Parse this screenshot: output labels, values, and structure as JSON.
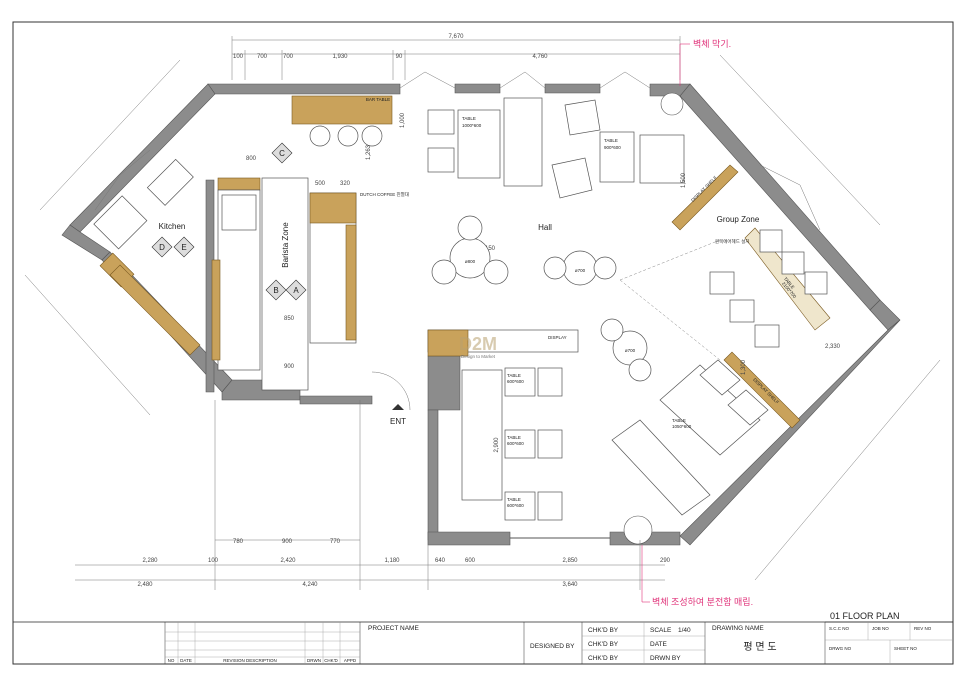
{
  "notes": {
    "top_right": "벽체 막기.",
    "bottom_right": "벽체 조성하여 분전함 매립."
  },
  "zones": {
    "kitchen": "Kitchen",
    "barista": "Barista Zone",
    "hall": "Hall",
    "group": "Group Zone",
    "entrance": "ENT"
  },
  "markers": [
    "C",
    "D",
    "E",
    "B",
    "A"
  ],
  "tables": {
    "t1_name": "TABLE",
    "t1_size": "1000*600",
    "t2_name": "TABLE",
    "t2_size": "900*600",
    "t3_name": "TABLE",
    "t3_size": "1050*600",
    "t4_name": "TABLE",
    "t4_size": "600*600",
    "t5_name": "TABLE",
    "t5_size": "600*600",
    "t6_name": "TABLE",
    "t6_size": "600*600",
    "t7_name": "TABLE",
    "t7_size": "2100*700",
    "round_a": "ø800",
    "round_b": "ø700",
    "round_c": "ø700"
  },
  "fixtures": {
    "bar_table": "BAR TABLE",
    "dutch_coffee": "DUTCH COFFEE 진열대",
    "display": "DISPLAY",
    "display_shelf_1": "DISPLAY SHELF",
    "display_shelf_2": "DISPLAY SHELF",
    "group_shelf": "원목에어헤드 설치"
  },
  "dims": {
    "top_total": "7,670",
    "top_parts": [
      "100",
      "700",
      "700",
      "1,930",
      "90",
      "4,760"
    ],
    "bottom_r1": [
      "2,280",
      "100",
      "2,420",
      "1,180",
      "640",
      "600",
      "2,850",
      "290"
    ],
    "bottom_r2": [
      "2,480",
      "4,240",
      "3,640"
    ],
    "bottom_r3": [
      "780",
      "900",
      "770"
    ],
    "mid": [
      "1,150",
      "800",
      "1,263",
      "500",
      "320",
      "850",
      "900",
      "1,500",
      "1,300",
      "2,900",
      "2,330",
      "1,000"
    ]
  },
  "logo": {
    "mark": "D2M",
    "sub": "Design to Market"
  },
  "title_block": {
    "drawing_title": "01  FLOOR PLAN",
    "project_name": "PROJECT NAME",
    "designed_by": "DESIGNED BY",
    "chkd_by_1": "CHK'D BY",
    "chkd_by_2": "CHK'D BY",
    "chkd_by_3": "CHK'D BY",
    "scale_label": "SCALE",
    "scale_value": "1/40",
    "date_label": "DATE",
    "drwn_by": "DRWN BY",
    "drawing_name_label": "DRAWING NAME",
    "drawing_name_value": "평 면 도",
    "scc_no": "S.C.C NO",
    "job_no": "JOB NO",
    "rev_no": "REV NO",
    "drwg_no": "DRWG NO",
    "sheet_no": "SHEET NO",
    "rev_cols": [
      "NO",
      "DATE",
      "REVISION DESCRIPTION",
      "DRWN",
      "CHK'D",
      "APPD"
    ]
  }
}
